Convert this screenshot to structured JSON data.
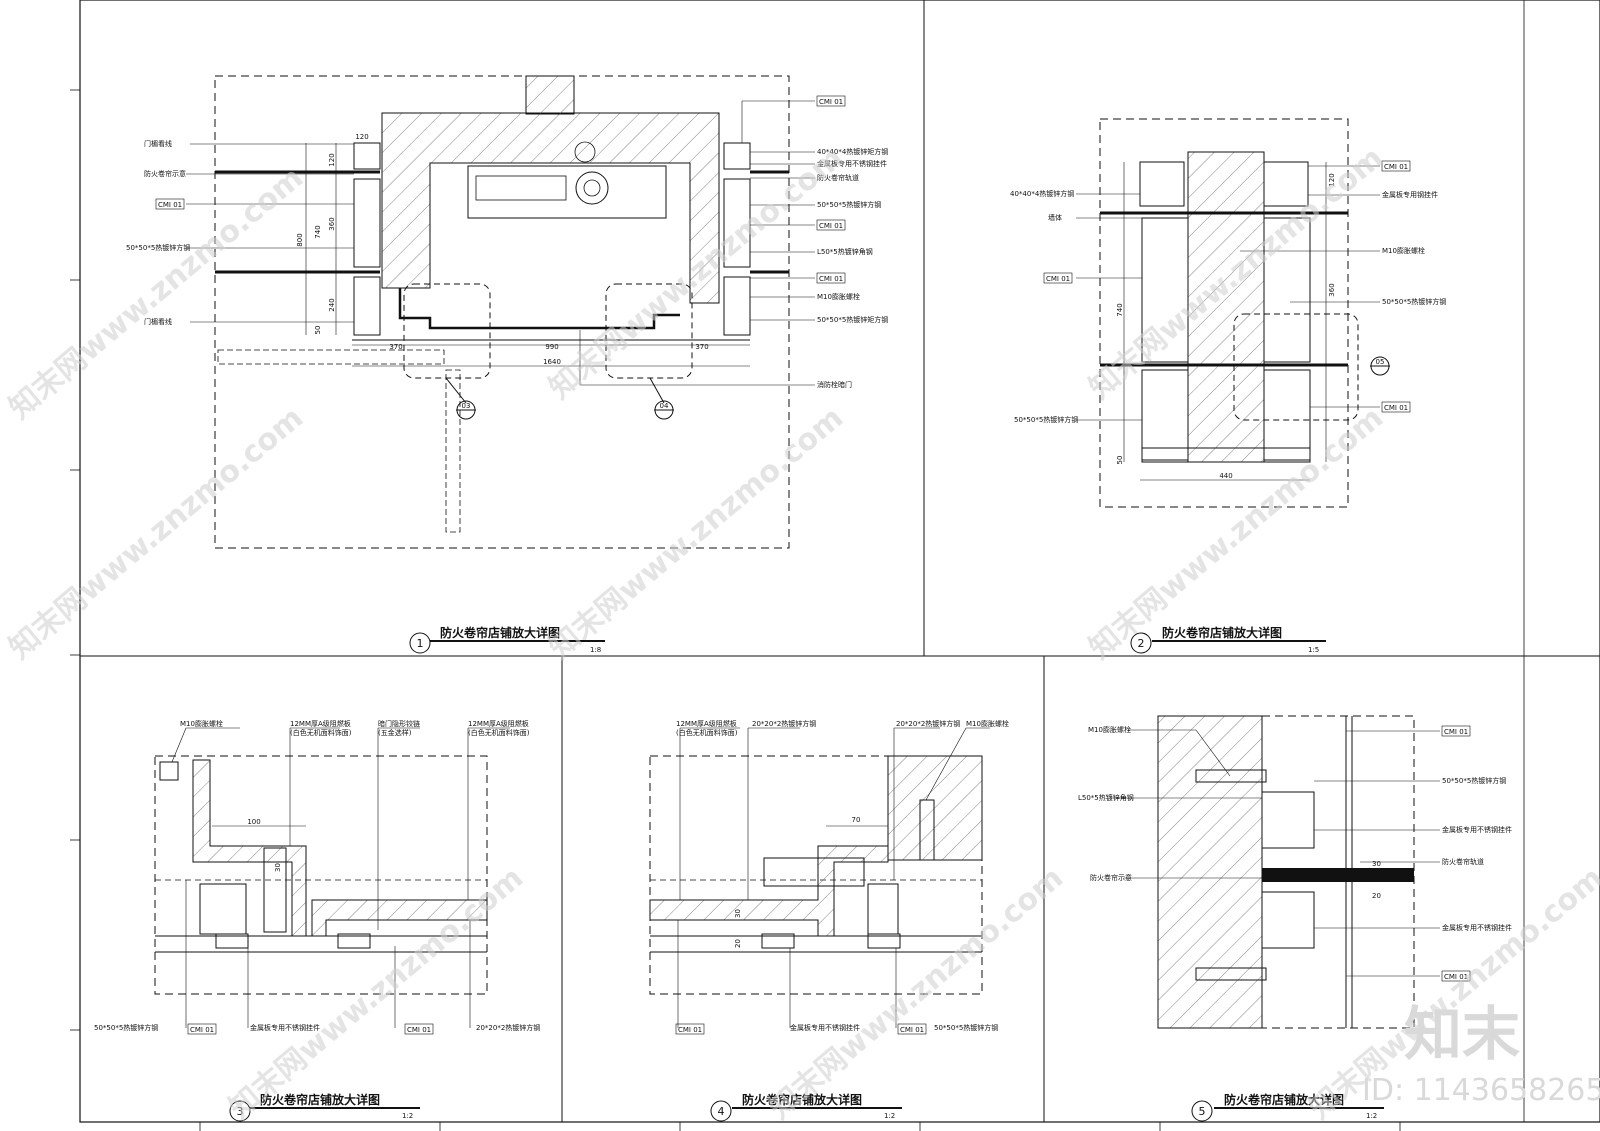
{
  "drawings": [
    {
      "no": "1",
      "title": "防火卷帘店铺放大详图",
      "scale": "1:8"
    },
    {
      "no": "2",
      "title": "防火卷帘店铺放大详图",
      "scale": "1:5"
    },
    {
      "no": "3",
      "title": "防火卷帘店铺放大详图",
      "scale": "1:2"
    },
    {
      "no": "4",
      "title": "防火卷帘店铺放大详图",
      "scale": "1:2"
    },
    {
      "no": "5",
      "title": "防火卷帘店铺放大详图",
      "scale": "1:2"
    }
  ],
  "d1": {
    "labels_left": [
      "门楣看线",
      "防火卷帘示意",
      "CMI 01",
      "50*50*5热镀锌方钢",
      "门楣看线"
    ],
    "labels_right": [
      "CMI 01",
      "40*40*4热镀锌矩方钢",
      "金属板专用不锈钢挂件",
      "防火卷帘轨道",
      "50*50*5热镀锌方钢",
      "CMI 01",
      "L50*5热镀锌角钢",
      "CMI 01",
      "M10膨胀螺栓",
      "50*50*5热镀锌矩方钢"
    ],
    "bottom_label": "消防栓暗门",
    "dims_h": [
      "370",
      "990",
      "1640",
      "370"
    ],
    "dims_v": [
      "120",
      "120",
      "360",
      "740",
      "800",
      "240",
      "50"
    ],
    "callouts": [
      "03",
      "04"
    ]
  },
  "d2": {
    "labels_left": [
      "40*40*4热镀锌方钢",
      "墙体",
      "CMI 01",
      "50*50*5热镀锌方钢"
    ],
    "labels_right": [
      "CMI 01",
      "金属板专用钢挂件",
      "M10膨胀螺栓",
      "50*50*5热镀锌方钢",
      "CMI 01"
    ],
    "dims": [
      "440",
      "740",
      "360",
      "120",
      "50"
    ],
    "callout": "05"
  },
  "d3": {
    "labels_top": [
      "M10膨胀螺栓",
      "12MM厚A级阻燃板",
      "(白色无机面料饰面)",
      "暗门隐形铰链",
      "(五金选样)",
      "12MM厚A级阻燃板",
      "(白色无机面料饰面)"
    ],
    "labels_bottom": [
      "50*50*5热镀锌方钢",
      "CMI 01",
      "金属板专用不锈钢挂件",
      "CMI 01",
      "20*20*2热镀锌方钢"
    ],
    "dims": [
      "100",
      "30"
    ]
  },
  "d4": {
    "labels_top": [
      "12MM厚A级阻燃板",
      "(白色无机面料饰面)",
      "20*20*2热镀锌方钢",
      "20*20*2热镀锌方钢",
      "M10膨胀螺栓"
    ],
    "labels_bottom": [
      "CMI 01",
      "金属板专用不锈钢挂件",
      "CMI 01",
      "50*50*5热镀锌方钢"
    ],
    "dims": [
      "70",
      "30",
      "20"
    ]
  },
  "d5": {
    "labels_left": [
      "M10膨胀螺栓",
      "L50*5热镀锌角钢",
      "防火卷帘示意"
    ],
    "labels_right": [
      "CMI 01",
      "50*50*5热镀锌方钢",
      "金属板专用不锈钢挂件",
      "防火卷帘轨道",
      "金属板专用不锈钢挂件",
      "CMI 01"
    ],
    "dims": [
      "30",
      "20"
    ]
  },
  "watermark": {
    "text": "知末网www.znzmo.com",
    "brand": "知末",
    "id": "ID: 1143658265"
  },
  "colors": {
    "line": "#111111",
    "hatch": "#555555",
    "watermark": "#cfcfcf"
  }
}
